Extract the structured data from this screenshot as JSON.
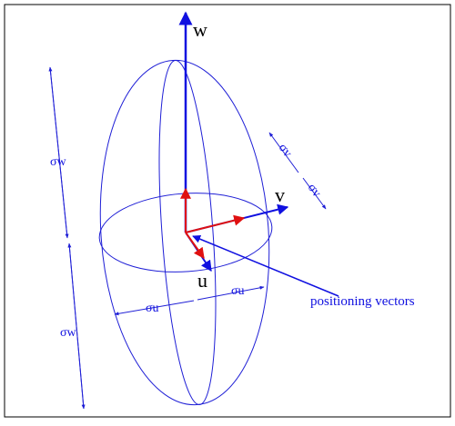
{
  "diagram": {
    "axis_labels": {
      "w": "w",
      "v": "v",
      "u": "u"
    },
    "sigma_labels": {
      "sigma_w_upper": "σw",
      "sigma_w_lower": "σw",
      "sigma_u_left": "σu",
      "sigma_u_right": "σu",
      "sigma_v_upper": "σv",
      "sigma_v_lower": "σv"
    },
    "annotation": "positioning vectors",
    "colors": {
      "ellipse": "#1f1fd6",
      "axis": "#1010e0",
      "positioning_vector": "#e01010",
      "frame": "#000000"
    }
  }
}
